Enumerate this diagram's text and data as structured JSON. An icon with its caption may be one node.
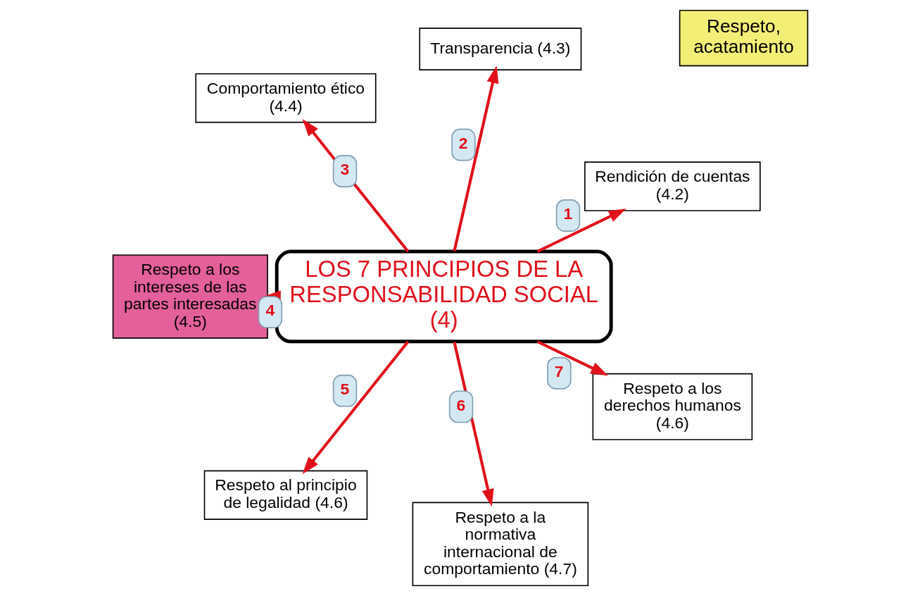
{
  "diagram": {
    "nodes": [
      {
        "text": [
          "LOS 7 PRINCIPIOS DE LA RESPONSABILIDAD SOCIAL (4)"
        ]
      },
      {
        "text": [
          "Rendición de cuentas (4.2)"
        ]
      },
      {
        "text": [
          "Transparencia (4.3)"
        ]
      },
      {
        "text": [
          "Comportamiento ético (4.4)"
        ]
      },
      {
        "text": [
          "Respeto a los intereses de las partes interesadas (4.5)"
        ]
      },
      {
        "text": [
          "Respeto al principio de legalidad (4.6)"
        ]
      },
      {
        "text": [
          "Respeto a la normativa internacional de comportamiento (4.7)"
        ]
      },
      {
        "text": [
          "Respeto a los derechos humanos (4.6)"
        ]
      },
      {
        "text": [
          "Respeto, acatamiento"
        ]
      }
    ],
    "edges": [
      {
        "from": 0,
        "to": 1,
        "arrow": "to",
        "label": "1"
      },
      {
        "from": 0,
        "to": 2,
        "arrow": "to",
        "label": "2"
      },
      {
        "from": 0,
        "to": 3,
        "arrow": "to",
        "label": "3"
      },
      {
        "from": 0,
        "to": 4,
        "arrow": "to",
        "label": "4"
      },
      {
        "from": 0,
        "to": 5,
        "arrow": "to",
        "label": "5"
      },
      {
        "from": 0,
        "to": 6,
        "arrow": "to",
        "label": "6"
      },
      {
        "from": 0,
        "to": 7,
        "arrow": "to",
        "label": "7"
      }
    ]
  }
}
